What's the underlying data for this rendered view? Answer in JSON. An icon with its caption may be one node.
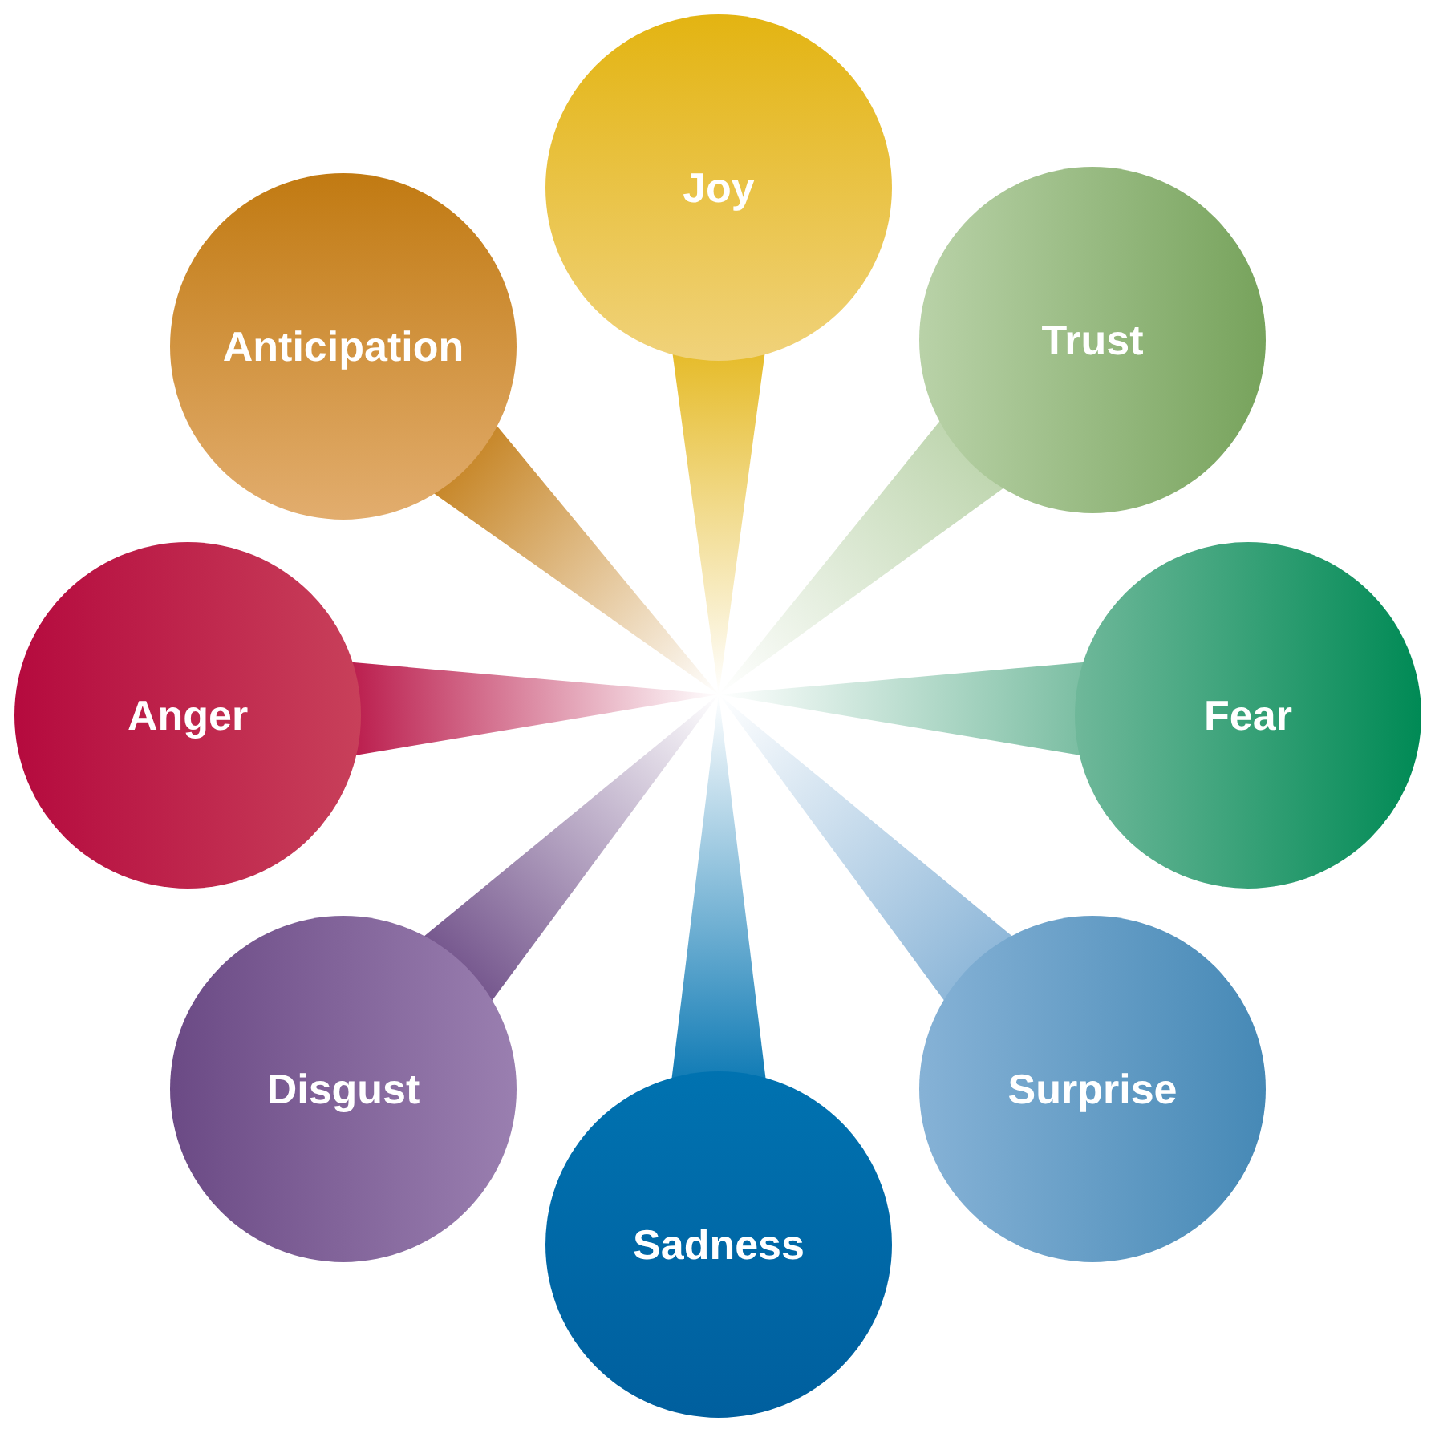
{
  "diagram": {
    "nodes": [
      {
        "text": [
          "Joy"
        ]
      },
      {
        "text": [
          "Trust"
        ]
      },
      {
        "text": [
          "Fear"
        ]
      },
      {
        "text": [
          "Surprise"
        ]
      },
      {
        "text": [
          "Sadness"
        ]
      },
      {
        "text": [
          "Disgust"
        ]
      },
      {
        "text": [
          "Anger"
        ]
      },
      {
        "text": [
          "Anticipation"
        ]
      }
    ]
  }
}
